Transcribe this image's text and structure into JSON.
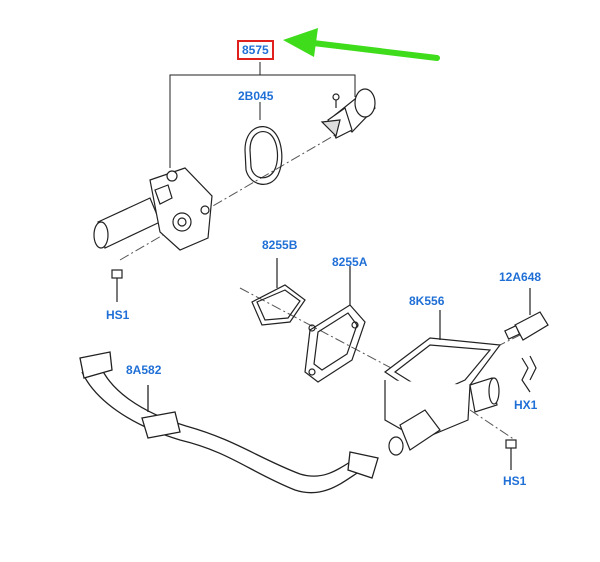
{
  "labels": {
    "thermostat_housing": "8575",
    "gasket_thermostat": "2B045",
    "gasket_outlet_b": "8255B",
    "gasket_outlet_a": "8255A",
    "outlet_housing": "8K556",
    "temp_sensor": "12A648",
    "clip": "HX1",
    "bolt_left": "HS1",
    "bolt_right": "HS1",
    "hose": "8A582"
  },
  "colors": {
    "label": "#1f6fd6",
    "highlight_box": "#e0201c",
    "arrow": "#3fdc1c",
    "line": "#222222"
  },
  "icons": [
    "green-arrow-icon"
  ]
}
